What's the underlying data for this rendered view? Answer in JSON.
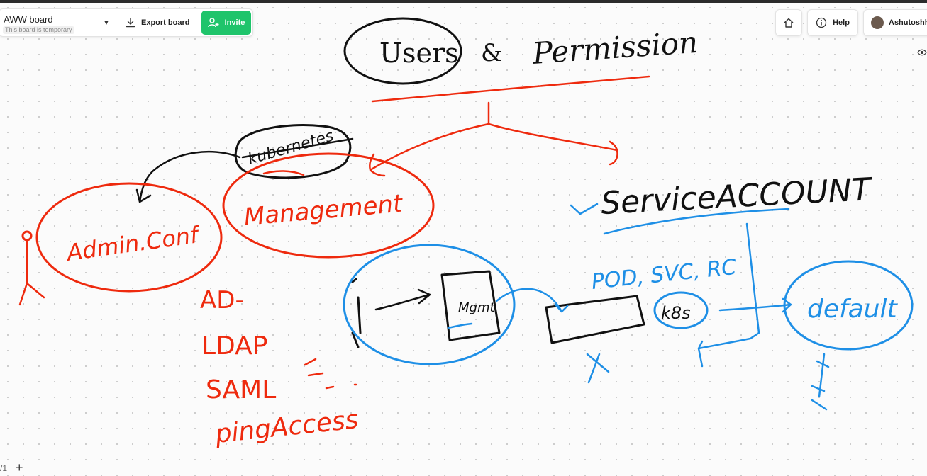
{
  "toolbar": {
    "board_name": "AWW board",
    "board_subtitle": "This board is temporary",
    "export_label": "Export board",
    "invite_label": "Invite",
    "help_label": "Help",
    "user_name": "Ashutoshh S"
  },
  "canvas": {
    "title_word_circled": "Users",
    "title_conjunction": "&",
    "title_word": "Permission",
    "kubernetes_note": "kubernetes",
    "admin_node": "Admin.Conf",
    "management_node": "Management",
    "service_account_node": "ServiceACCOUNT",
    "auth_methods": [
      "AD-",
      "LDAP",
      "SAML",
      "pingAccess"
    ],
    "pod_label": "POD, SVC, RC",
    "mgmt_box": "Mgmt",
    "kube_label": "k8s",
    "default_node": "default"
  },
  "footer": {
    "page_indicator": "/1",
    "add_page_symbol": "+"
  },
  "colors": {
    "ink_black": "#111111",
    "ink_red": "#ee2a0e",
    "ink_blue": "#1e8fe6",
    "invite_green": "#1fc46b"
  }
}
